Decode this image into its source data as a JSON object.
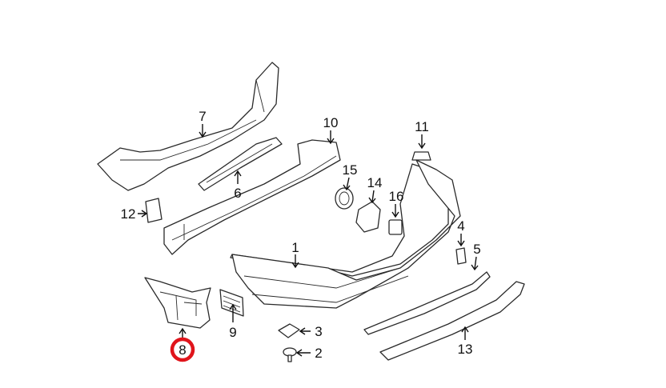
{
  "diagram": {
    "title": "Rear bumper components exploded view",
    "callouts": [
      {
        "number": "1",
        "part": "bumper-cover"
      },
      {
        "number": "2",
        "part": "screw"
      },
      {
        "number": "3",
        "part": "clip-nut"
      },
      {
        "number": "4",
        "part": "bracket-small"
      },
      {
        "number": "5",
        "part": "trim-strip"
      },
      {
        "number": "6",
        "part": "reinforcement-bracket"
      },
      {
        "number": "7",
        "part": "energy-absorber"
      },
      {
        "number": "8",
        "part": "side-bracket"
      },
      {
        "number": "9",
        "part": "vent-grille"
      },
      {
        "number": "10",
        "part": "impact-bar"
      },
      {
        "number": "11",
        "part": "nut"
      },
      {
        "number": "12",
        "part": "cover-plate"
      },
      {
        "number": "13",
        "part": "lower-molding"
      },
      {
        "number": "14",
        "part": "park-sensor"
      },
      {
        "number": "15",
        "part": "sensor-ring"
      },
      {
        "number": "16",
        "part": "sensor-holder"
      }
    ],
    "highlighted": "8",
    "highlight_color": "#e0141b"
  }
}
